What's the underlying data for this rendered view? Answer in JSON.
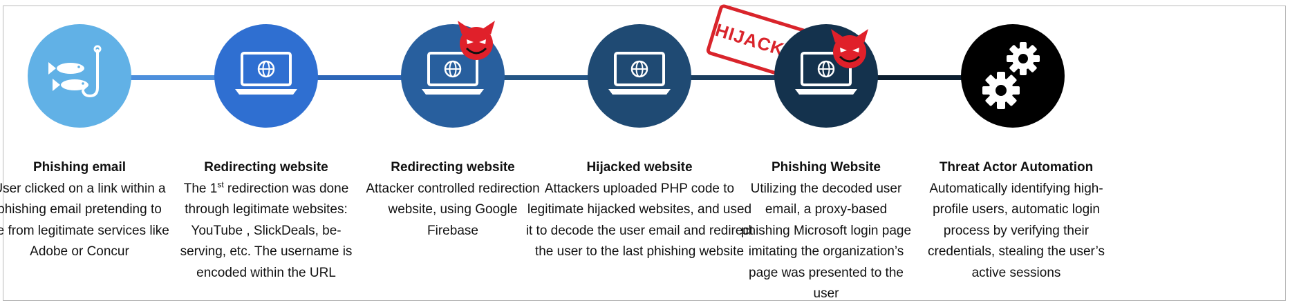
{
  "colors": {
    "step1": "#61b1e6",
    "step2": "#2f6fd1",
    "step3": "#285f9e",
    "step4": "#1f4a73",
    "step5": "#14324d",
    "step6": "#000000",
    "hijack_stamp": "#d9242b",
    "devil": "#e0202a",
    "border": "#b9b9b9"
  },
  "steps": [
    {
      "icon": "fish-hook-icon",
      "title": "Phishing email",
      "body": "User clicked on a link within a phishing email pretending to be from legitimate services like Adobe or Concur"
    },
    {
      "icon": "laptop-globe-icon",
      "title": "Redirecting website",
      "body_part1": "The 1",
      "body_sup": "st",
      "body_part2": " redirection was done through legitimate websites: YouTube , SlickDeals, be-serving, etc. The username is encoded within the URL"
    },
    {
      "icon": "laptop-globe-icon",
      "badge": "devil-icon",
      "title": "Redirecting website",
      "body": "Attacker controlled redirection website, using Google Firebase"
    },
    {
      "icon": "laptop-globe-icon",
      "badge": "hijacked-stamp",
      "stamp_text": "HIJACKED",
      "title": "Hijacked website",
      "body": "Attackers uploaded PHP code to legitimate hijacked websites, and used it to decode the user email and redirect the user to the last phishing website"
    },
    {
      "icon": "laptop-globe-icon",
      "badge": "devil-icon",
      "title": "Phishing Website",
      "body": "Utilizing the decoded user email, a proxy-based phishing Microsoft login page imitating the organization’s page was presented to the user"
    },
    {
      "icon": "gears-icon",
      "title": "Threat Actor Automation",
      "body": "Automatically identifying high-profile users, automatic login process by verifying their credentials, stealing the user’s active sessions"
    }
  ]
}
